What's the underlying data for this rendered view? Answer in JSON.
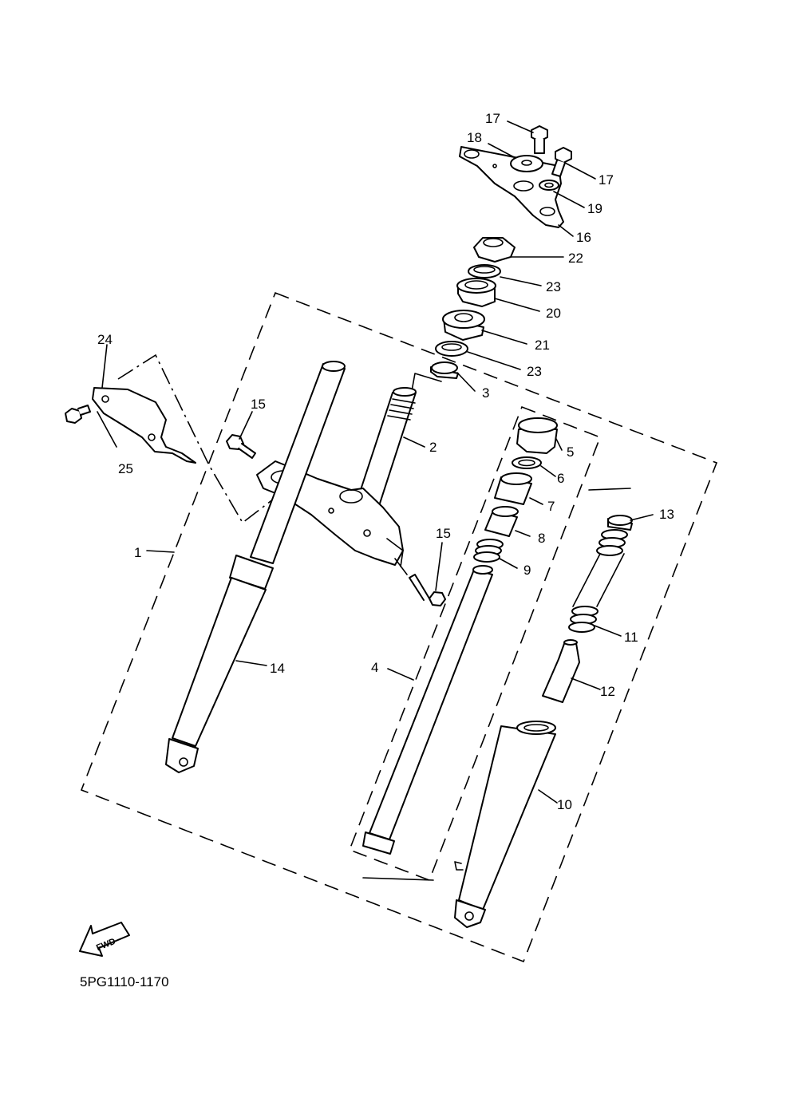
{
  "diagram": {
    "part_code": "5PG1110-1170",
    "forward_label": "FWD",
    "callouts": [
      {
        "id": "c1",
        "label": "1"
      },
      {
        "id": "c2",
        "label": "2"
      },
      {
        "id": "c3",
        "label": "3"
      },
      {
        "id": "c4",
        "label": "4"
      },
      {
        "id": "c5",
        "label": "5"
      },
      {
        "id": "c6",
        "label": "6"
      },
      {
        "id": "c7",
        "label": "7"
      },
      {
        "id": "c8",
        "label": "8"
      },
      {
        "id": "c9",
        "label": "9"
      },
      {
        "id": "c10",
        "label": "10"
      },
      {
        "id": "c11",
        "label": "11"
      },
      {
        "id": "c12",
        "label": "12"
      },
      {
        "id": "c13",
        "label": "13"
      },
      {
        "id": "c14",
        "label": "14"
      },
      {
        "id": "c15a",
        "label": "15"
      },
      {
        "id": "c15b",
        "label": "15"
      },
      {
        "id": "c16",
        "label": "16"
      },
      {
        "id": "c17a",
        "label": "17"
      },
      {
        "id": "c17b",
        "label": "17"
      },
      {
        "id": "c18",
        "label": "18"
      },
      {
        "id": "c19",
        "label": "19"
      },
      {
        "id": "c20",
        "label": "20"
      },
      {
        "id": "c21",
        "label": "21"
      },
      {
        "id": "c22",
        "label": "22"
      },
      {
        "id": "c23a",
        "label": "23"
      },
      {
        "id": "c23b",
        "label": "23"
      },
      {
        "id": "c24",
        "label": "24"
      },
      {
        "id": "c25",
        "label": "25"
      }
    ]
  }
}
